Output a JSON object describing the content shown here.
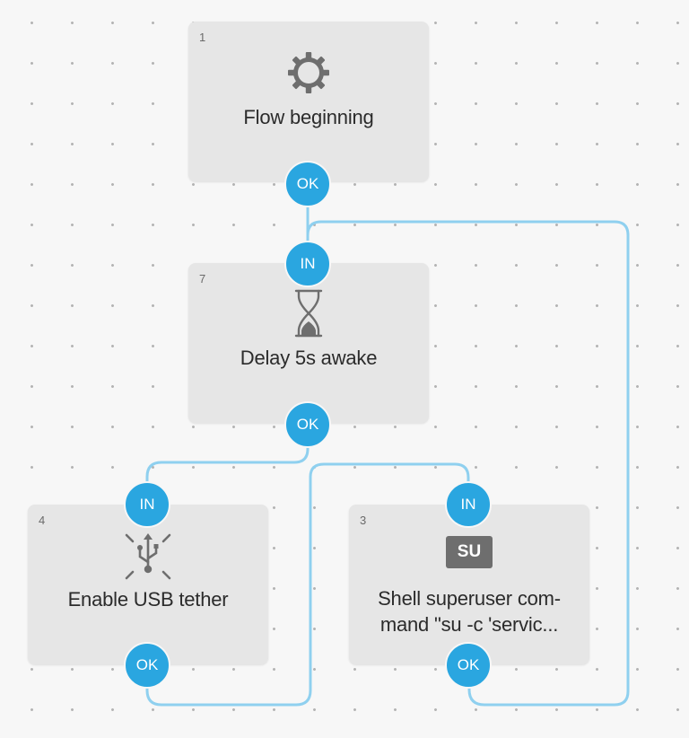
{
  "flow": {
    "connection_color": "#8fd0ef",
    "port_color": "#2aa6e0",
    "blocks": [
      {
        "id": "1",
        "icon": "gear-icon",
        "title": "Flow beginning",
        "ports": {
          "out": "OK"
        }
      },
      {
        "id": "7",
        "icon": "hourglass-icon",
        "title": "Delay 5s awake",
        "ports": {
          "in": "IN",
          "out": "OK"
        }
      },
      {
        "id": "4",
        "icon": "usb-icon",
        "title": "Enable USB tether",
        "ports": {
          "in": "IN",
          "out": "OK"
        }
      },
      {
        "id": "3",
        "icon": "su-icon",
        "icon_text": "SU",
        "title_lines": [
          "Shell superuser com-",
          "mand \"su -c 'servic..."
        ],
        "ports": {
          "in": "IN",
          "out": "OK"
        }
      }
    ]
  }
}
